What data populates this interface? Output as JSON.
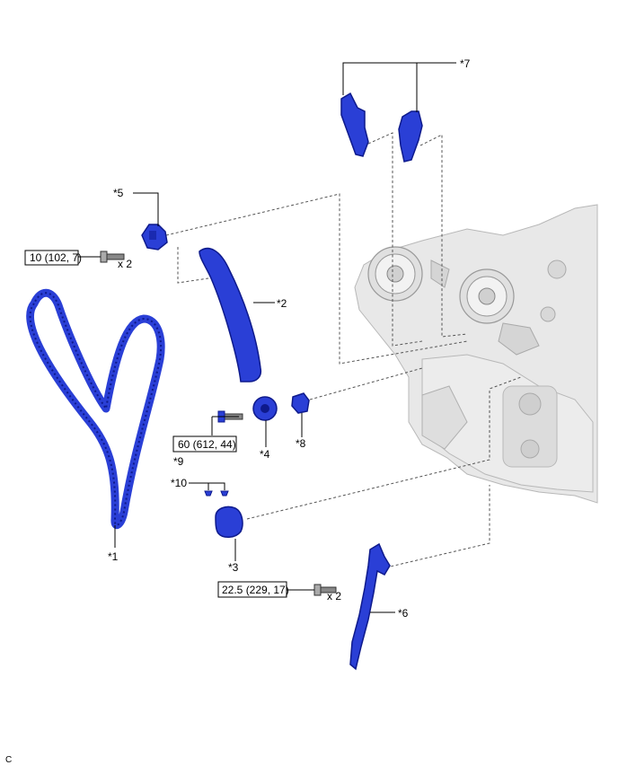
{
  "parts": {
    "p1": "*1",
    "p2": "*2",
    "p3": "*3",
    "p4": "*4",
    "p5": "*5",
    "p6": "*6",
    "p7": "*7",
    "p8": "*8",
    "p9": "*9",
    "p10": "*10"
  },
  "torque": {
    "t1": "10 (102, 7)",
    "t2": "60 (612, 44)",
    "t3": "22.5 (229, 17)"
  },
  "quantity": {
    "q1": "x 2",
    "q2": "x 2"
  },
  "figure_code": "C",
  "colors": {
    "part_fill": "#2a3fd6",
    "part_outline": "#0e1a8c",
    "engine_gray": "#e6e6e6"
  }
}
